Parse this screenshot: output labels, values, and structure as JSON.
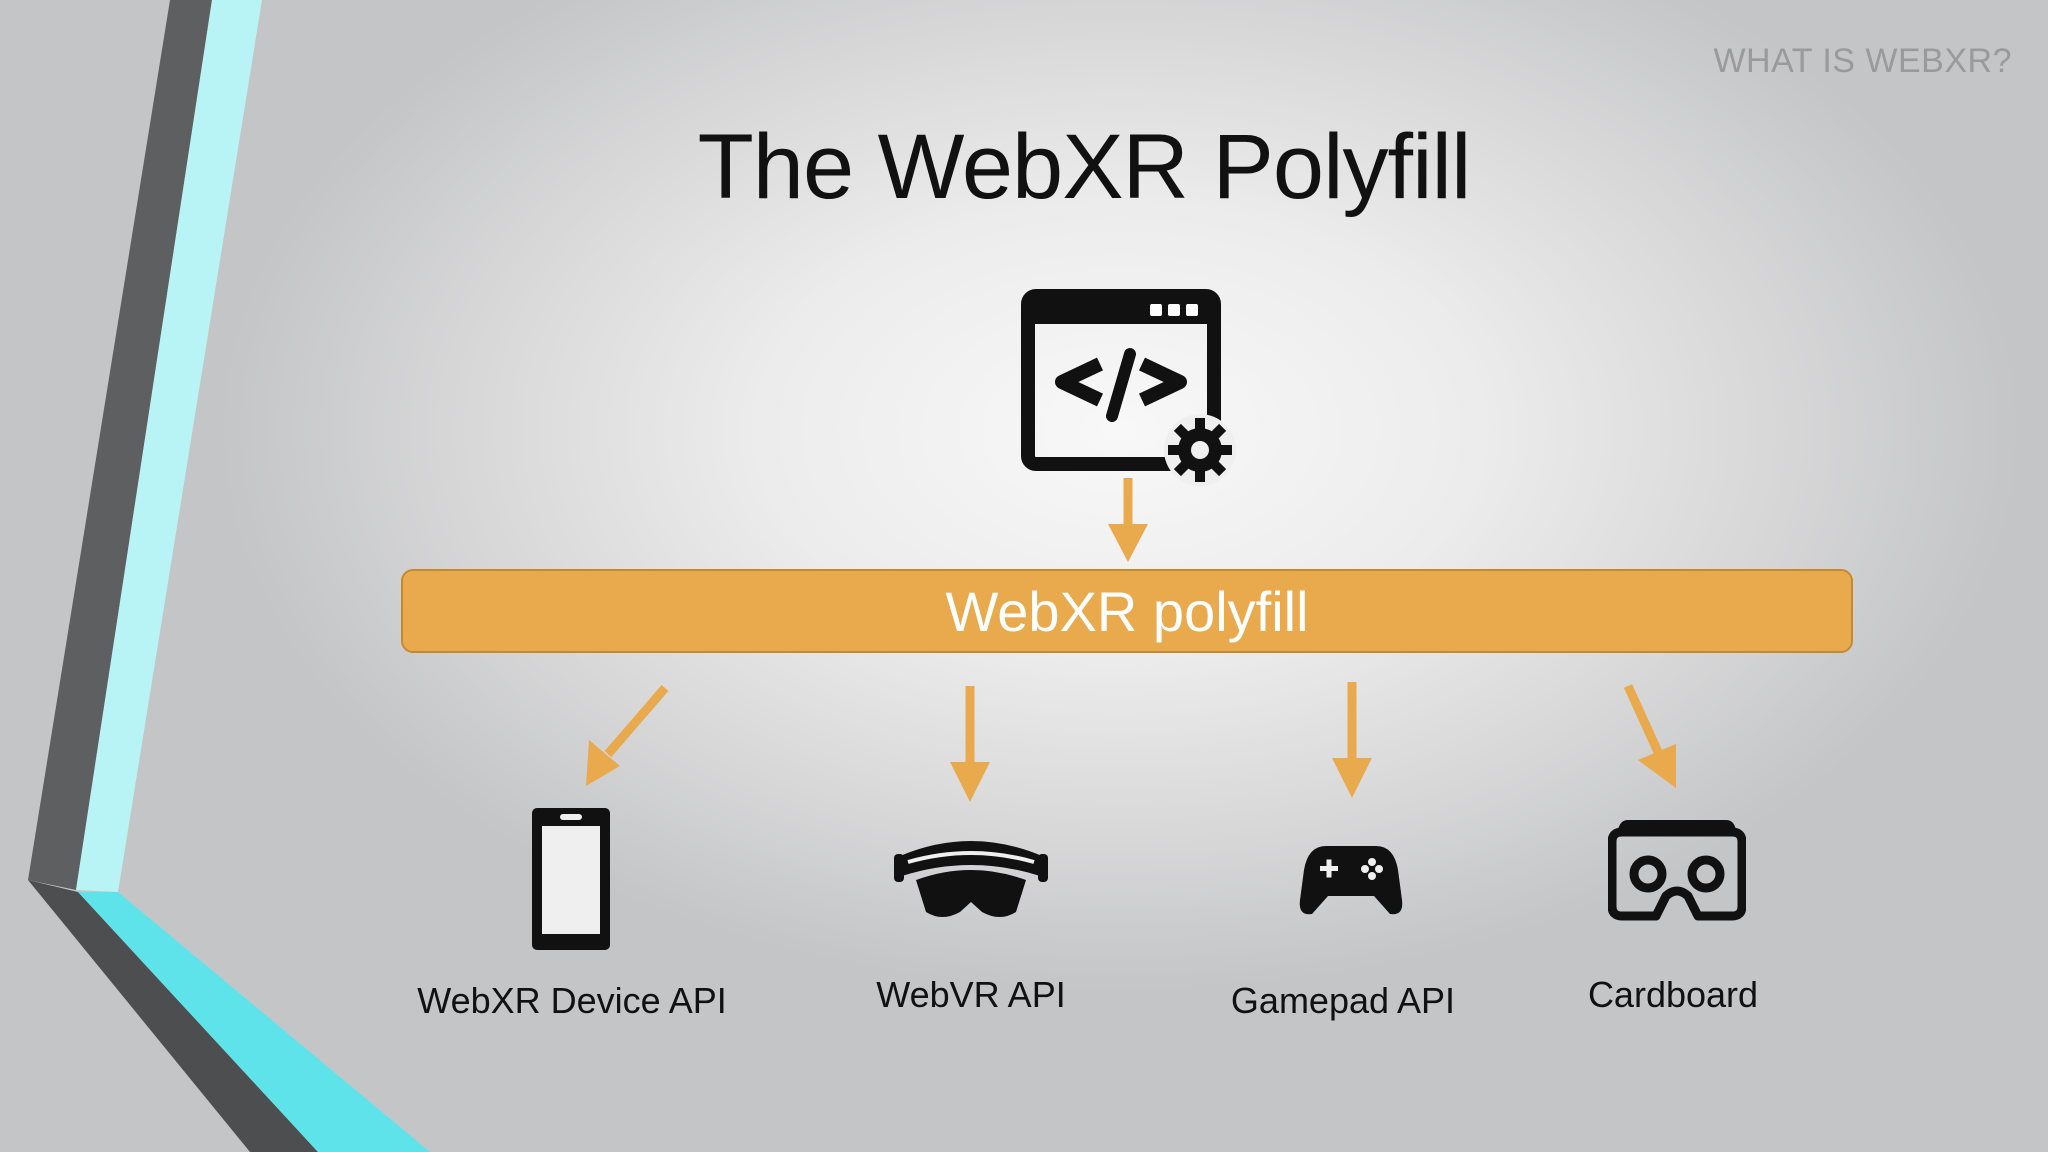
{
  "section_label": "WHAT IS WEBXR?",
  "title": "The WebXR Polyfill",
  "top_icon": "code-window-gear-icon",
  "polyfill_bar": {
    "label": "WebXR polyfill"
  },
  "targets": [
    {
      "label": "WebXR Device API",
      "icon": "smartphone-icon"
    },
    {
      "label": "WebVR API",
      "icon": "vr-headset-icon"
    },
    {
      "label": "Gamepad API",
      "icon": "gamepad-icon"
    },
    {
      "label": "Cardboard",
      "icon": "cardboard-viewer-icon"
    }
  ],
  "colors": {
    "accent_orange": "#e8aa4c",
    "accent_cyan": "#5fe3ea",
    "light_cyan": "#b8f3f6",
    "dark_gray": "#5e5f61"
  }
}
